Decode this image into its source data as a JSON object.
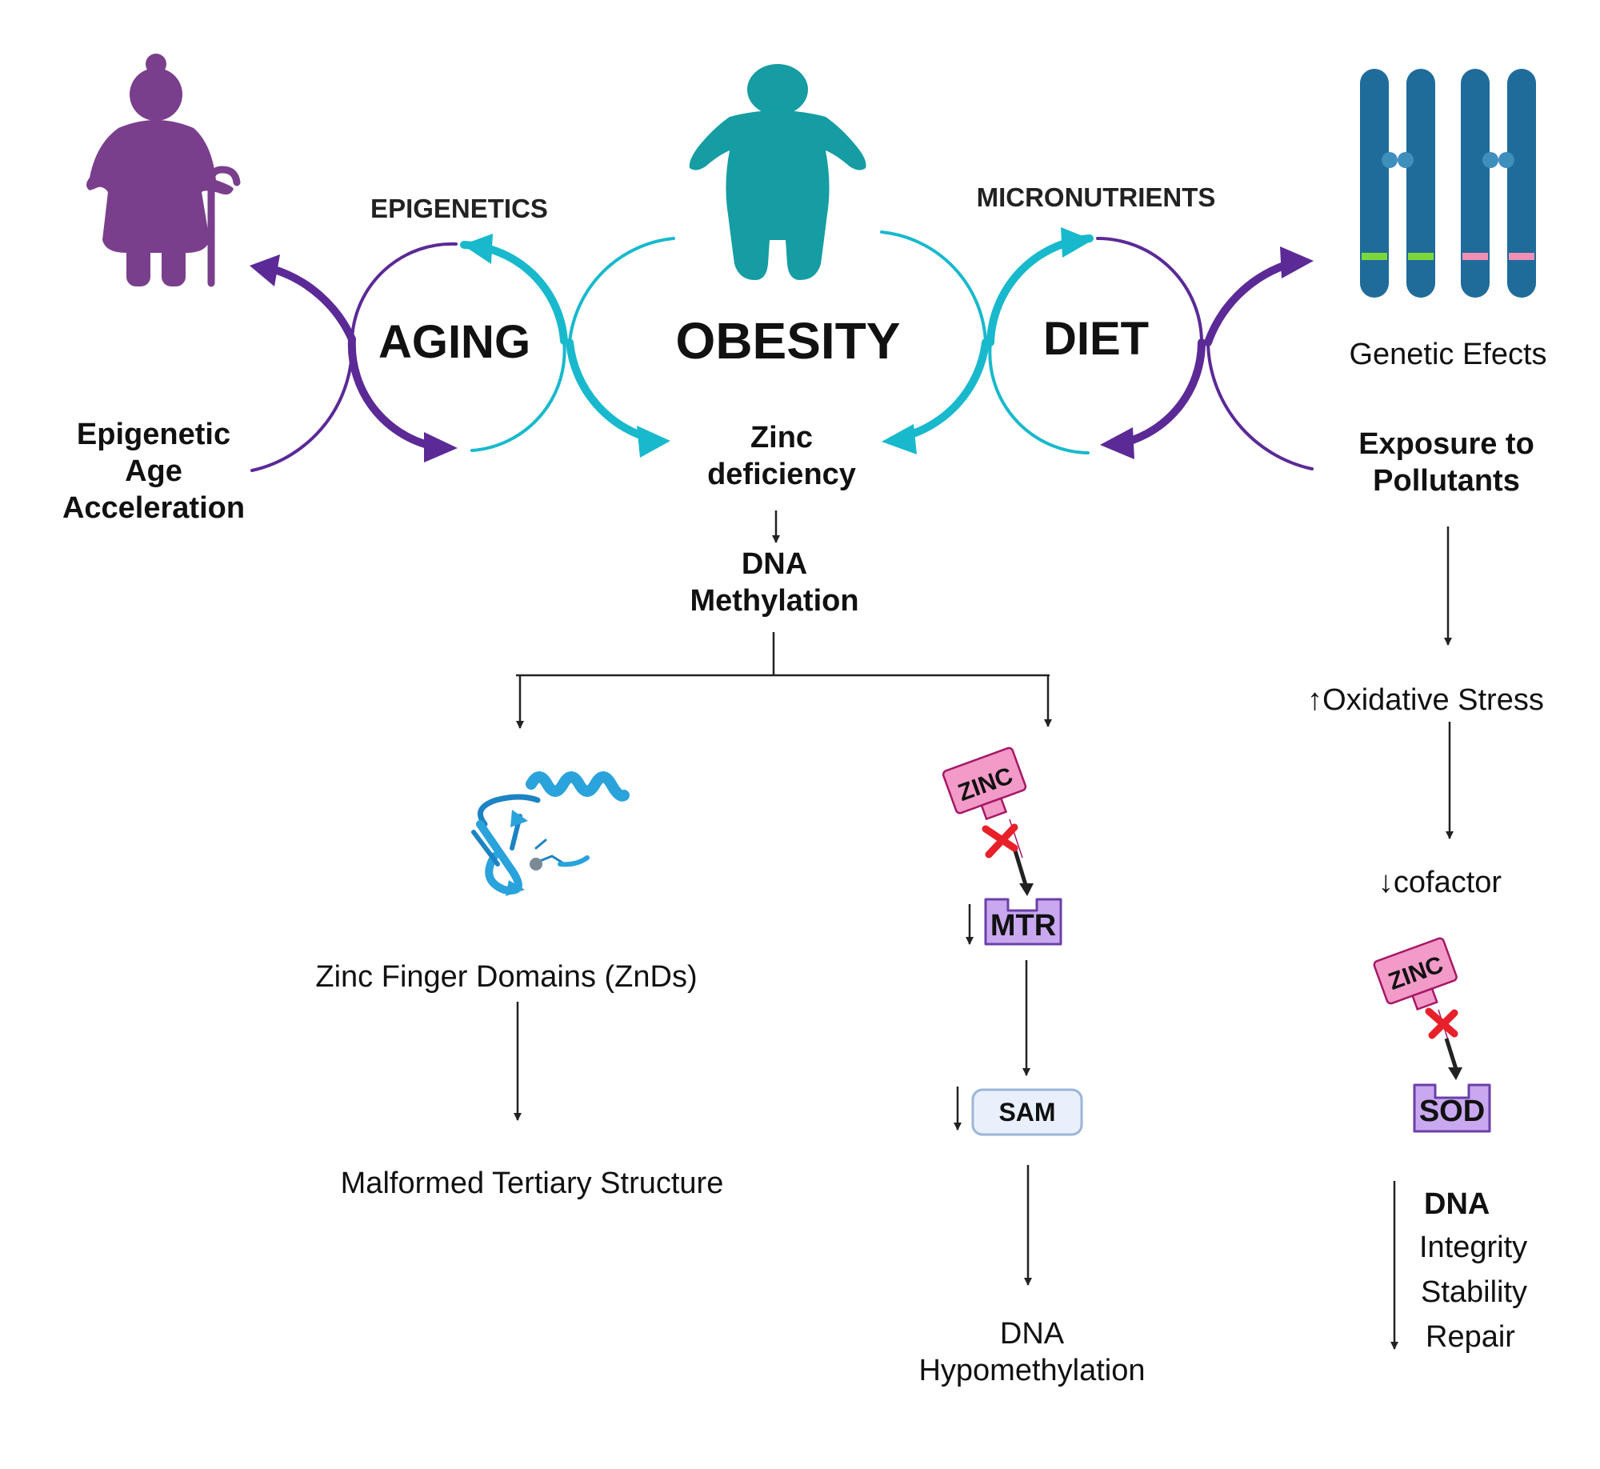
{
  "top": {
    "center_label": "OBESITY",
    "left_label": "AGING",
    "right_label": "DIET",
    "left_arc_caption": "EPIGENETICS",
    "right_arc_caption": "MICRONUTRIENTS"
  },
  "left_side": {
    "line1": "Epigenetic",
    "line2": "Age",
    "line3": "Acceleration"
  },
  "right_side": {
    "genetic": "Genetic Efects",
    "exposure_line1": "Exposure to",
    "exposure_line2": "Pollutants",
    "oxidative": "↑Oxidative Stress",
    "cofactor": "↓cofactor",
    "zinc_tag": "ZINC",
    "enzyme": "SOD",
    "dna_title": "DNA",
    "dna_items": [
      "Integrity",
      "Stability",
      "Repair"
    ]
  },
  "center": {
    "zinc_line1": "Zinc",
    "zinc_line2": "deficiency",
    "dna_line1": "DNA",
    "dna_line2": "Methylation"
  },
  "left_branch": {
    "domains": "Zinc Finger Domains (ZnDs)",
    "malformed": "Malformed Tertiary Structure"
  },
  "right_branch": {
    "zinc_tag": "ZINC",
    "enzyme": "MTR",
    "sam": "SAM",
    "hypo_line1": "DNA",
    "hypo_line2": "Hypomethylation"
  },
  "colors": {
    "purple": "#5b2a96",
    "teal": "#18b9cc",
    "figure_purple": "#7a3f8c",
    "figure_teal": "#159da3",
    "chromosome": "#1f6b9a",
    "zinc_pink": "#f29ac8",
    "enzyme_purple": "#c9a8ef",
    "sam_fill": "#e8f0fb",
    "x_red": "#e8202a"
  }
}
